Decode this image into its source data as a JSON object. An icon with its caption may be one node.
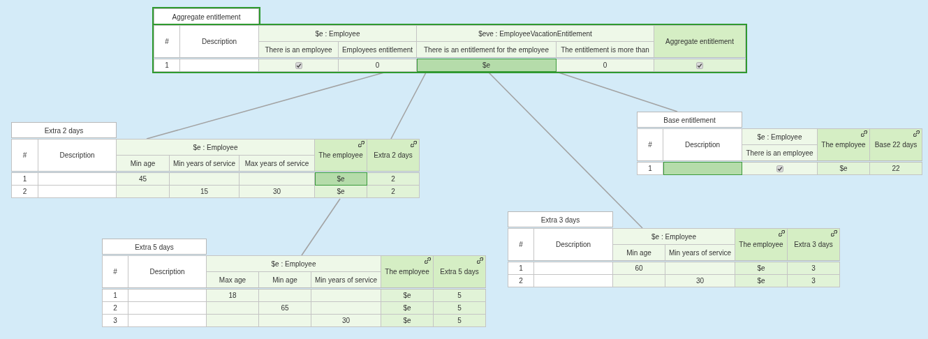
{
  "diagram": {
    "nodes": [
      {
        "text": [
          "Aggregate entitlement",
          "#",
          "Description",
          "$e : Employee",
          "$eve : EmployeeVacationEntitlement",
          "Aggregate entitlement",
          "There is an employee",
          "Employees entitlement",
          "There is an entitlement for the employee",
          "The entitlement is more than",
          "1",
          "0",
          "$e",
          "0"
        ]
      },
      {
        "text": [
          "Extra 2 days",
          "#",
          "Description",
          "$e : Employee",
          "The employee",
          "Extra 2 days",
          "Min age",
          "Min years of service",
          "Max years of service",
          "1",
          "45",
          "$e",
          "2",
          "2",
          "15",
          "30",
          "$e",
          "2"
        ]
      },
      {
        "text": [
          "Base entitlement",
          "#",
          "Description",
          "$e : Employee",
          "The employee",
          "Base 22 days",
          "There is an employee",
          "1",
          "$e",
          "22"
        ]
      },
      {
        "text": [
          "Extra 3 days",
          "#",
          "Description",
          "$e : Employee",
          "The employee",
          "Extra 3 days",
          "Min age",
          "Min years of service",
          "1",
          "60",
          "$e",
          "3",
          "2",
          "30",
          "$e",
          "3"
        ]
      },
      {
        "text": [
          "Extra 5 days",
          "#",
          "Description",
          "$e : Employee",
          "The employee",
          "Extra 5 days",
          "Max age",
          "Min age",
          "Min years of service",
          "1",
          "18",
          "$e",
          "5",
          "2",
          "65",
          "$e",
          "5",
          "3",
          "30",
          "$e",
          "5"
        ]
      }
    ],
    "edges": [
      {
        "from": 0,
        "to": 1,
        "arrow": "none"
      },
      {
        "from": 0,
        "to": 1,
        "arrow": "none"
      },
      {
        "from": 0,
        "to": 3,
        "arrow": "none"
      },
      {
        "from": 0,
        "to": 2,
        "arrow": "none"
      },
      {
        "from": 1,
        "to": 4,
        "arrow": "none"
      }
    ]
  }
}
